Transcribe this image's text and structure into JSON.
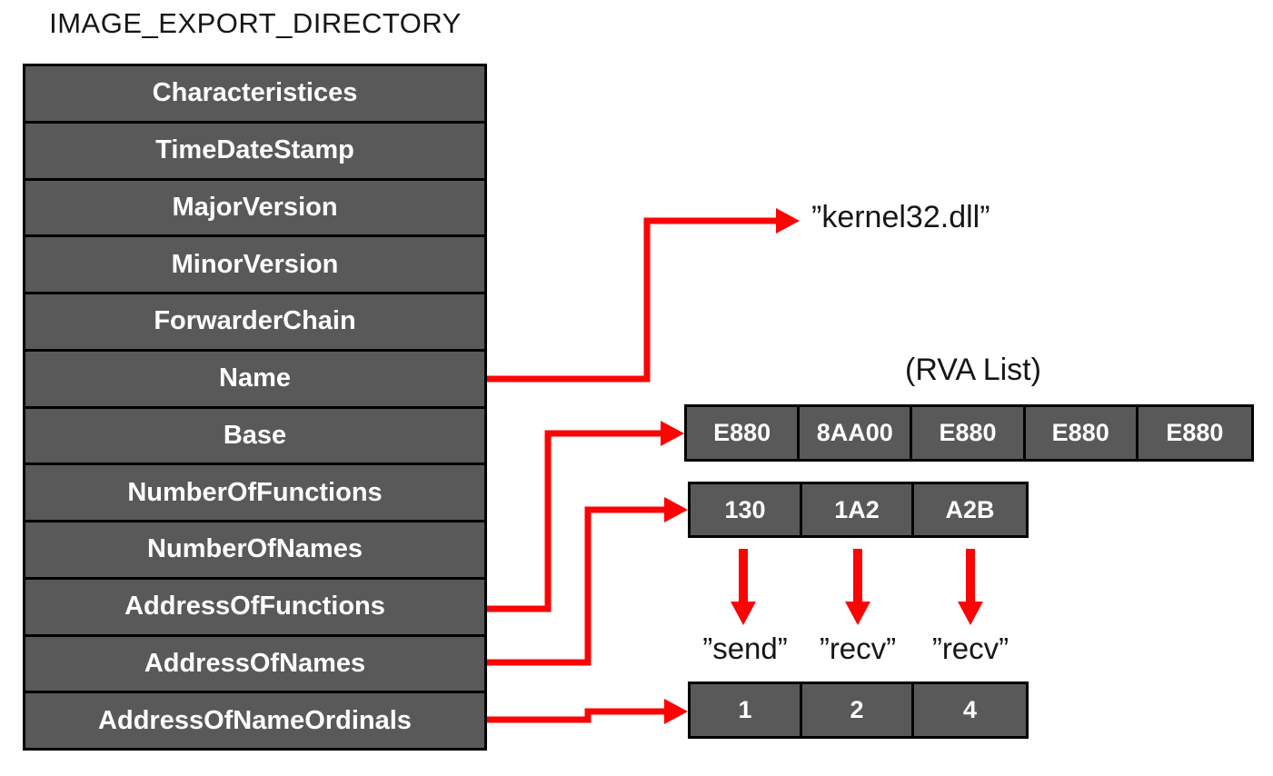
{
  "title": "IMAGE_EXPORT_DIRECTORY",
  "export_directory": {
    "fields": [
      "Characteristices",
      "TimeDateStamp",
      "MajorVersion",
      "MinorVersion",
      "ForwarderChain",
      "Name",
      "Base",
      "NumberOfFunctions",
      "NumberOfNames",
      "AddressOfFunctions",
      "AddressOfNames",
      "AddressOfNameOrdinals"
    ]
  },
  "name_string": "”kernel32.dll”",
  "rva_list": {
    "label": "(RVA List)",
    "values": [
      "E880",
      "8AA00",
      "E880",
      "E880",
      "E880"
    ]
  },
  "name_rva_list": {
    "values": [
      "130",
      "1A2",
      "A2B"
    ],
    "resolved_names": [
      "”send”",
      "”recv”",
      "”recv”"
    ]
  },
  "ordinal_list": {
    "values": [
      "1",
      "2",
      "4"
    ]
  },
  "colors": {
    "cell_background": "#595959",
    "cell_text": "#ffffff",
    "border": "#000000",
    "arrow": "#fb0404",
    "label_text": "#161616"
  }
}
